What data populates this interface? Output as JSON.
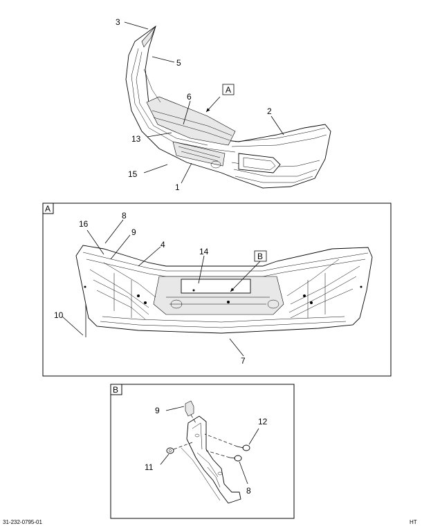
{
  "callouts_overview": {
    "c3": "3",
    "c5": "5",
    "c6": "6",
    "c2": "2",
    "c13": "13",
    "c15": "15",
    "c1": "1"
  },
  "detail_a": {
    "box_label": "A",
    "view_ref": "A",
    "c16": "16",
    "c8": "8",
    "c9": "9",
    "c4": "4",
    "c14": "14",
    "c10": "10",
    "c7": "7",
    "view_ref_b": "B"
  },
  "detail_b": {
    "box_label": "B",
    "c9": "9",
    "c12": "12",
    "c11": "11",
    "c8": "8"
  },
  "footer": {
    "left": "31-232-0795-01",
    "right": "HT"
  }
}
